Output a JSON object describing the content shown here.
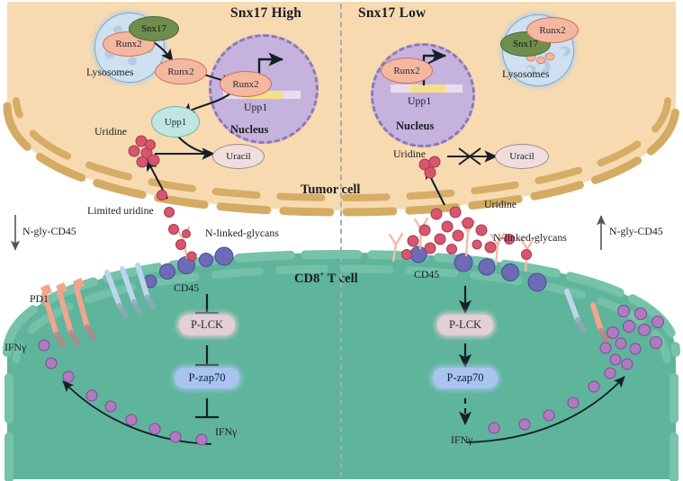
{
  "figure": {
    "type": "biological-signaling-diagram",
    "panels": [
      "Snx17 High",
      "Snx17 Low"
    ]
  },
  "headers": {
    "left": "Snx17 High",
    "right": "Snx17 Low"
  },
  "cells": {
    "tumor_label": "Tumor cell",
    "tcell_label_main": "CD8",
    "tcell_label_sup": "+",
    "tcell_label_tail": " T cell"
  },
  "left_panel": {
    "lysosome_label": "Lysosomes",
    "snx17": "Snx17",
    "runx2_in_lyso": "Runx2",
    "runx2_cytosol": "Runx2",
    "runx2_nucleus": "Runx2",
    "nucleus_label": "Nucleus",
    "gene_label": "Upp1",
    "upp1_enzyme": "Upp1",
    "uridine_label": "Uridine",
    "uracil_label": "Uracil",
    "limited_uridine_label": "Limited uridine",
    "n_gly_cd45": "N-gly-CD45",
    "n_linked_glycans": "N-linked-glycans",
    "cd45": "CD45",
    "p_lck": "P-LCK",
    "p_zap70": "P-zap70",
    "ifng_pathway": "IFNγ",
    "ifng_outside": "IFNγ",
    "pd1": "PD1"
  },
  "right_panel": {
    "lysosome_label": "Lysosomes",
    "snx17": "Snx17",
    "runx2_in_lyso": "Runx2",
    "runx2_nucleus": "Runx2",
    "nucleus_label": "Nucleus",
    "gene_label": "Upp1",
    "uridine_inside": "Uridine",
    "uracil_label": "Uracil",
    "uridine_outside": "Uridine",
    "n_gly_cd45": "N-gly-CD45",
    "n_linked_glycans": "N-linked-glycans",
    "cd45": "CD45",
    "p_lck": "P-LCK",
    "p_zap70": "P-zap70",
    "ifng_pathway": "IFNγ"
  },
  "colors": {
    "tumor_cytoplasm": "#f7dab0",
    "tumor_membrane": "#d4ab63",
    "tcell_cytoplasm": "#5fb49c",
    "tcell_membrane": "#76c2ab",
    "nucleus": "#c6b3dd",
    "nucleus_border": "#8f79b3",
    "lysosome": "#cfe0f0",
    "runx2": "#f4b7a0",
    "snx17": "#6f8d4e",
    "upp1": "#bfe6e0",
    "uracil": "#efdedd",
    "uridine_dot": "#d7566e",
    "ifng_dot": "#b07ac0",
    "cd45_dot": "#6d6bb5",
    "pd1": "#f2a58e",
    "glycan": "#f5b9a8",
    "tcr_blue": "#bcd6ea",
    "gene_box": "#f5e08a",
    "divider": "#9fb0b3",
    "arrow": "#14202a"
  }
}
